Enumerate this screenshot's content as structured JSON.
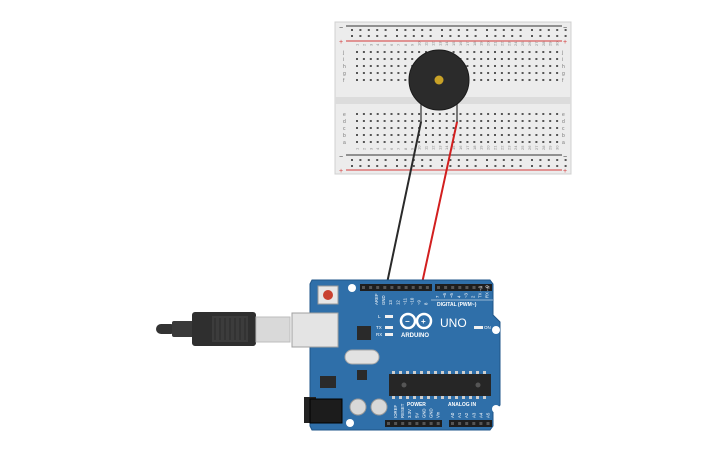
{
  "colors": {
    "board": "#2f6fa9",
    "board_edge": "#1f5588",
    "breadboard": "#ececec",
    "rail_red": "#d43a3a",
    "rail_dark": "#333333",
    "wire_black": "#2a2a2a",
    "wire_red": "#d21f1f",
    "buzzer": "#2b2b2b",
    "buzzer_center": "#c9a227"
  },
  "breadboard": {
    "row_letters_top": [
      "j",
      "i",
      "h",
      "g",
      "f"
    ],
    "row_letters_bottom": [
      "e",
      "d",
      "c",
      "b",
      "a"
    ],
    "column_count": 30,
    "rail_plus": "+",
    "rail_minus": "−"
  },
  "arduino": {
    "brand": "ARDUINO",
    "model": "UNO",
    "digital_label": "DIGITAL (PWM~)",
    "power_label": "POWER",
    "analog_label": "ANALOG IN",
    "on_label": "ON",
    "led_l": "L",
    "led_tx": "TX",
    "led_rx": "RX",
    "top_header_left": [
      "AREF",
      "GND",
      "13",
      "12",
      "~11",
      "~10",
      "~9",
      "8"
    ],
    "top_header_right": [
      "7",
      "~6",
      "~5",
      "4",
      "~3",
      "2",
      "TX→1",
      "RX←0"
    ],
    "power_pins": [
      "IOREF",
      "RESET",
      "3.3V",
      "5V",
      "GND",
      "GND",
      "Vin"
    ],
    "analog_pins": [
      "A0",
      "A1",
      "A2",
      "A3",
      "A4",
      "A5"
    ]
  },
  "components": {
    "buzzer_icon": "piezo-buzzer-icon",
    "usb_icon": "usb-cable-icon",
    "reset_icon": "reset-button-icon"
  }
}
